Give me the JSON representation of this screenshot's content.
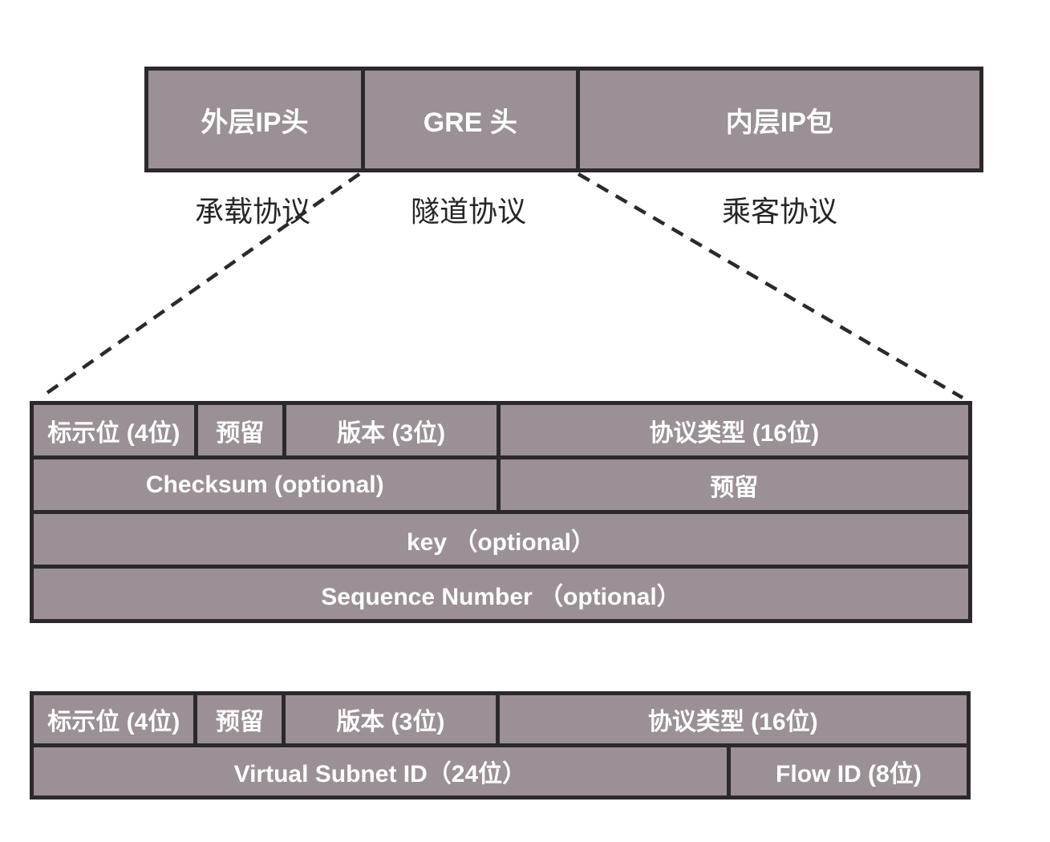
{
  "colors": {
    "cell_fill": "#9b9095",
    "border": "#2b292c",
    "cell_text": "#ffffff",
    "label_text": "#262527",
    "page_bg": "#ffffff"
  },
  "packet_row": {
    "boxes": [
      {
        "label": "外层IP头"
      },
      {
        "label": "GRE 头"
      },
      {
        "label": "内层IP包"
      }
    ],
    "protocol_labels": [
      {
        "label": "承载协议"
      },
      {
        "label": "隧道协议"
      },
      {
        "label": "乘客协议"
      }
    ]
  },
  "gre_header_table": {
    "rows": [
      {
        "cells": [
          {
            "label": "标示位 (4位)"
          },
          {
            "label": "预留"
          },
          {
            "label": "版本 (3位)"
          },
          {
            "label": "协议类型 (16位)"
          }
        ]
      },
      {
        "cells": [
          {
            "label": "Checksum (optional)"
          },
          {
            "label": "预留"
          }
        ]
      },
      {
        "cells": [
          {
            "label": "key （optional）"
          }
        ]
      },
      {
        "cells": [
          {
            "label": "Sequence Number （optional）"
          }
        ]
      }
    ]
  },
  "nvgre_header_table": {
    "rows": [
      {
        "cells": [
          {
            "label": "标示位 (4位)"
          },
          {
            "label": "预留"
          },
          {
            "label": "版本 (3位)"
          },
          {
            "label": "协议类型 (16位)"
          }
        ]
      },
      {
        "cells": [
          {
            "label": "Virtual Subnet ID（24位）"
          },
          {
            "label": "Flow ID (8位)"
          }
        ]
      }
    ]
  }
}
